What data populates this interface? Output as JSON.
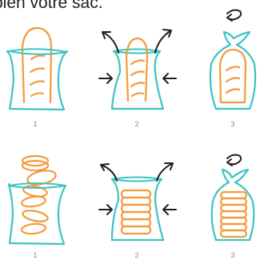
{
  "heading": "bien votre sac.",
  "rows": [
    {
      "name": "baguette",
      "steps": [
        "1",
        "2",
        "3"
      ]
    },
    {
      "name": "sliced-bread",
      "steps": [
        "1",
        "2",
        "3"
      ]
    }
  ],
  "colors": {
    "bag": "#3cc3c4",
    "bread": "#f39a3c",
    "arrow": "#1f1f1f",
    "caption": "#8a8a8a",
    "heading": "#1e1e1e"
  }
}
